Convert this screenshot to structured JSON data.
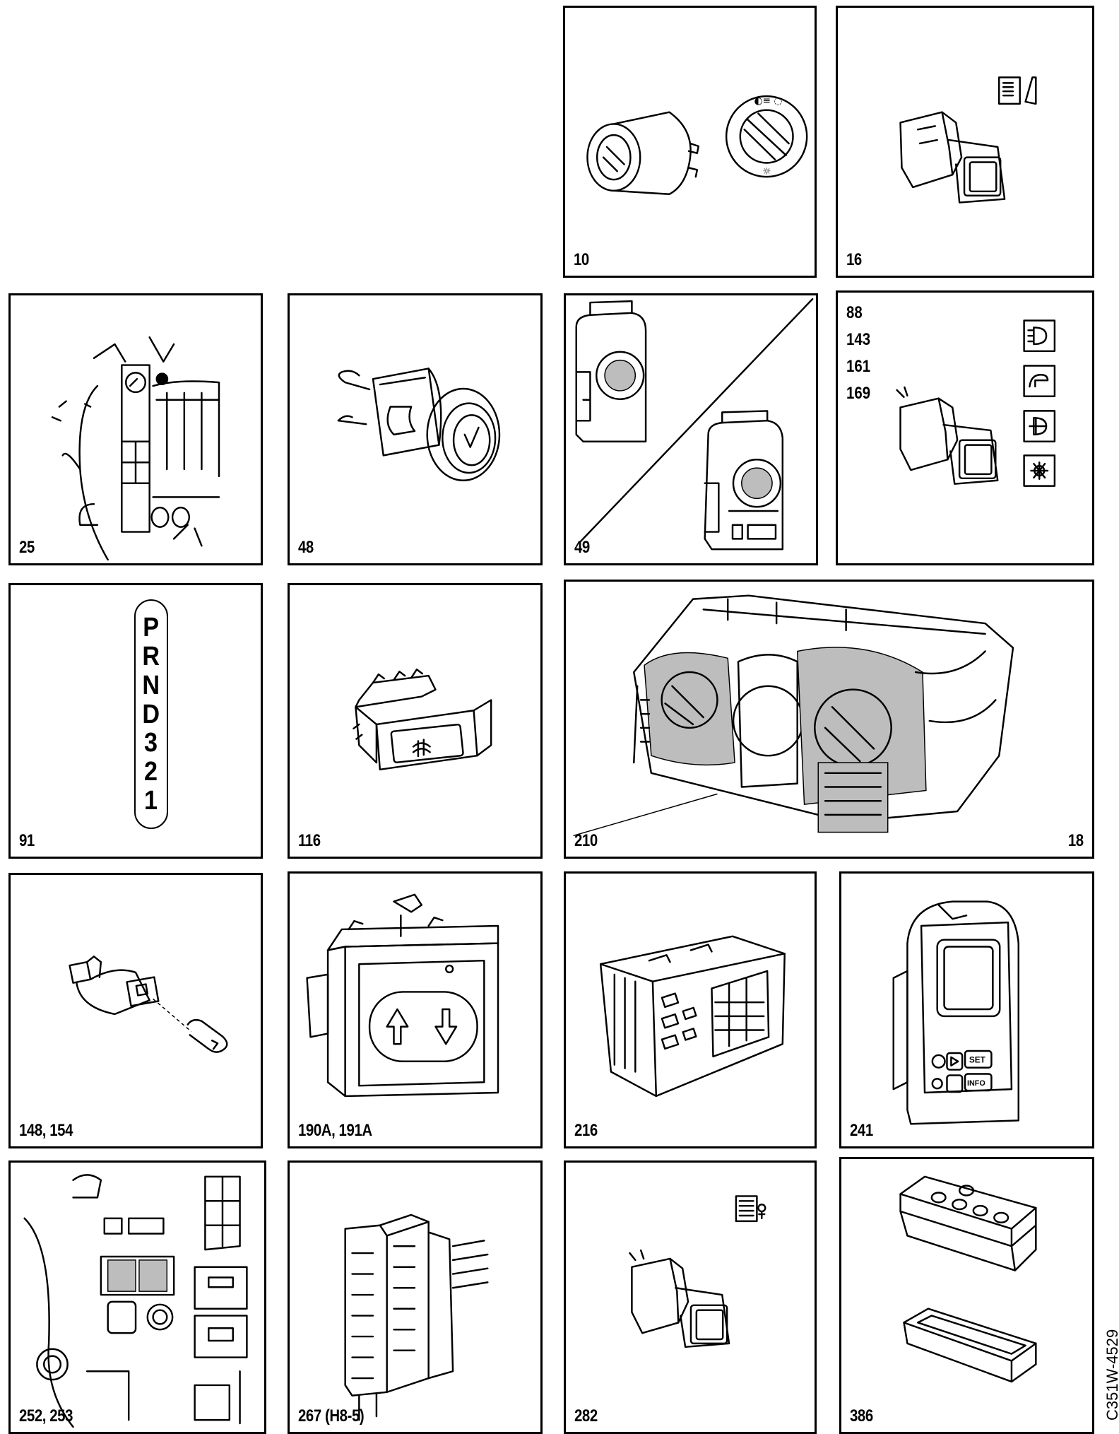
{
  "panels": {
    "p10": {
      "label": "10"
    },
    "p16": {
      "label": "16"
    },
    "p25": {
      "label": "25"
    },
    "p48": {
      "label": "48"
    },
    "p49": {
      "label": "49"
    },
    "p88": {
      "labels": [
        "88",
        "143",
        "161",
        "169"
      ]
    },
    "p91": {
      "label": "91",
      "selector_letters": [
        "P",
        "R",
        "N",
        "D",
        "3",
        "2",
        "1"
      ]
    },
    "p116": {
      "label": "116"
    },
    "p210": {
      "label": "210",
      "label_right": "18"
    },
    "p148": {
      "label": "148, 154"
    },
    "p190": {
      "label": "190A, 191A"
    },
    "p216": {
      "label": "216"
    },
    "p241": {
      "label": "241",
      "buttons": [
        "SET",
        "INFO"
      ]
    },
    "p252": {
      "label": "252, 253"
    },
    "p267": {
      "label": "267 (H8-5)"
    },
    "p282": {
      "label": "282"
    },
    "p386": {
      "label": "386"
    }
  },
  "document_id": "C351W-4529"
}
